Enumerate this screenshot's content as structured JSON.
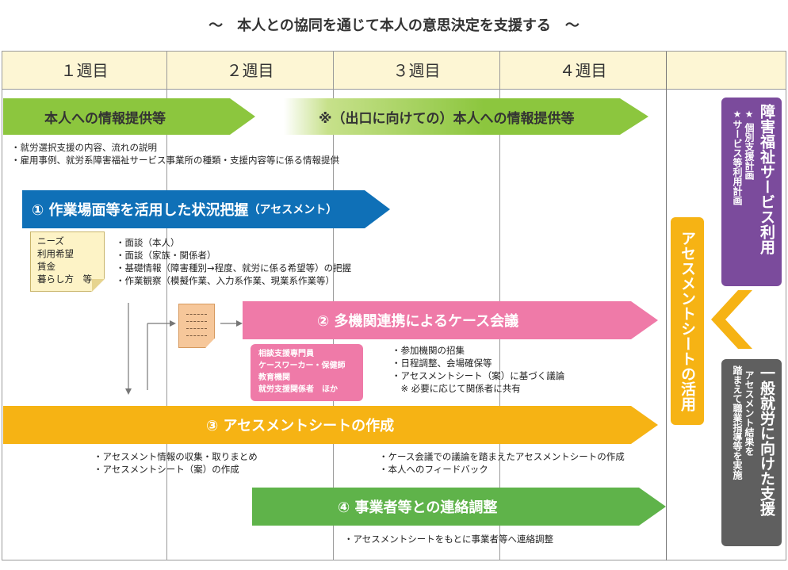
{
  "title": "～　本人との協同を通じて本人の意思決定を支援する　～",
  "weeks": [
    "１週目",
    "２週目",
    "３週目",
    "４週目"
  ],
  "step_info": {
    "label": "本人への情報提供等",
    "notes": [
      "・就労選択支援の内容、流れの説明",
      "・雇用事例、就労系障害福祉サービス事業所の種類・支援内容等に係る情報提供"
    ]
  },
  "step_info_exit": {
    "label": "※（出口に向けての）本人への情報提供等"
  },
  "step1": {
    "label": "① 作業場面等を活用した状況把握",
    "label_small": "（アセスメント）",
    "doc_items": [
      "ニーズ",
      "利用希望",
      "賃金",
      "暮らし方　等"
    ],
    "notes": [
      "・面談（本人）",
      "・面談（家族・関係者）",
      "・基礎情報（障害種別→程度、就労に係る希望等）の把握",
      "・作業観察（模擬作業、入力系作業、現業系作業等）"
    ]
  },
  "step2": {
    "label": "② 多機関連携によるケース会議",
    "participants": [
      "相談支援専門員",
      "ケースワーカー・保健師",
      "教育機関",
      "就労支援関係者　ほか"
    ],
    "notes": [
      "・参加機関の招集",
      "・日程調整、会場確保等",
      "・アセスメントシート（案）に基づく議論",
      "　※ 必要に応じて関係者に共有"
    ]
  },
  "step3": {
    "label": "③ アセスメントシートの作成",
    "notes_left": [
      "・アセスメント情報の収集・取りまとめ",
      "・アセスメントシート（案）の作成"
    ],
    "notes_right": [
      "・ケース会議での議論を踏まえたアセスメントシートの作成",
      "・本人へのフィードバック"
    ]
  },
  "step4": {
    "label": "④ 事業者等との連絡調整",
    "notes": [
      "・アセスメントシートをもとに事業者等へ連絡調整"
    ]
  },
  "side": {
    "assessment_use": "アセスメントシートの活用",
    "welfare_title": "障害福祉サービス利用",
    "welfare_sub": [
      "★ 個別支援計画",
      "★サービス等利用計画"
    ],
    "employment_title": "一般就労に向けた支援",
    "employment_sub": [
      "アセスメント結果を",
      "踏まえて職業指導等を実施"
    ]
  },
  "colors": {
    "green": "#8cc63e",
    "blue": "#0f70b7",
    "pink": "#ef7aa8",
    "yellow": "#f6b314",
    "dark_green": "#5fb34a",
    "purple": "#7b4b9c",
    "gray": "#5f5f5f",
    "header_bg": "#fdf6d4"
  }
}
